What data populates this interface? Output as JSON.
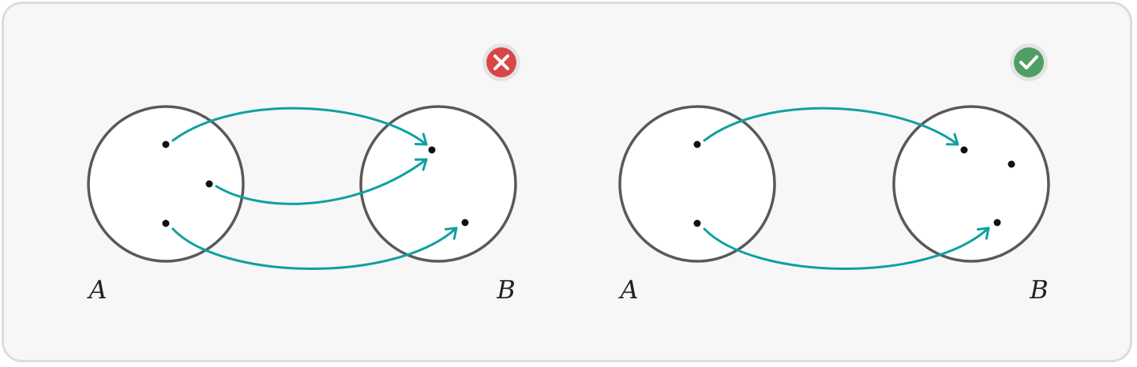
{
  "colors": {
    "arrow": "#11a0a0",
    "incorrect_badge": "#d94648",
    "correct_badge": "#4f9e64"
  },
  "panels": [
    {
      "status": "incorrect",
      "status_icon": "close-icon",
      "domain_label": "A",
      "codomain_label": "B"
    },
    {
      "status": "correct",
      "status_icon": "check-icon",
      "domain_label": "A",
      "codomain_label": "B"
    }
  ]
}
